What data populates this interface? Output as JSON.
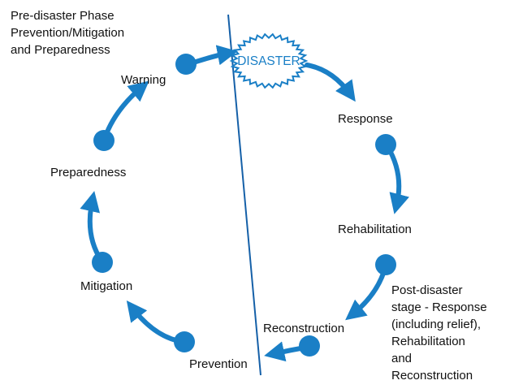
{
  "phases": {
    "pre_disaster": [
      "Pre-disaster Phase",
      "Prevention/Mitigation",
      "and Preparedness"
    ],
    "post_disaster": [
      "Post-disaster",
      "stage - Response",
      "(including relief),",
      "Rehabilitation",
      "and",
      "Reconstruction"
    ]
  },
  "center": {
    "label": "DISASTER"
  },
  "stages": {
    "response": "Response",
    "rehabilitation": "Rehabilitation",
    "reconstruction": "Reconstruction",
    "prevention": "Prevention",
    "mitigation": "Mitigation",
    "preparedness": "Preparedness",
    "warning": "Warning"
  },
  "colors": {
    "accent": "#1a7fc6",
    "divider": "#1560a8",
    "text": "#111111"
  }
}
